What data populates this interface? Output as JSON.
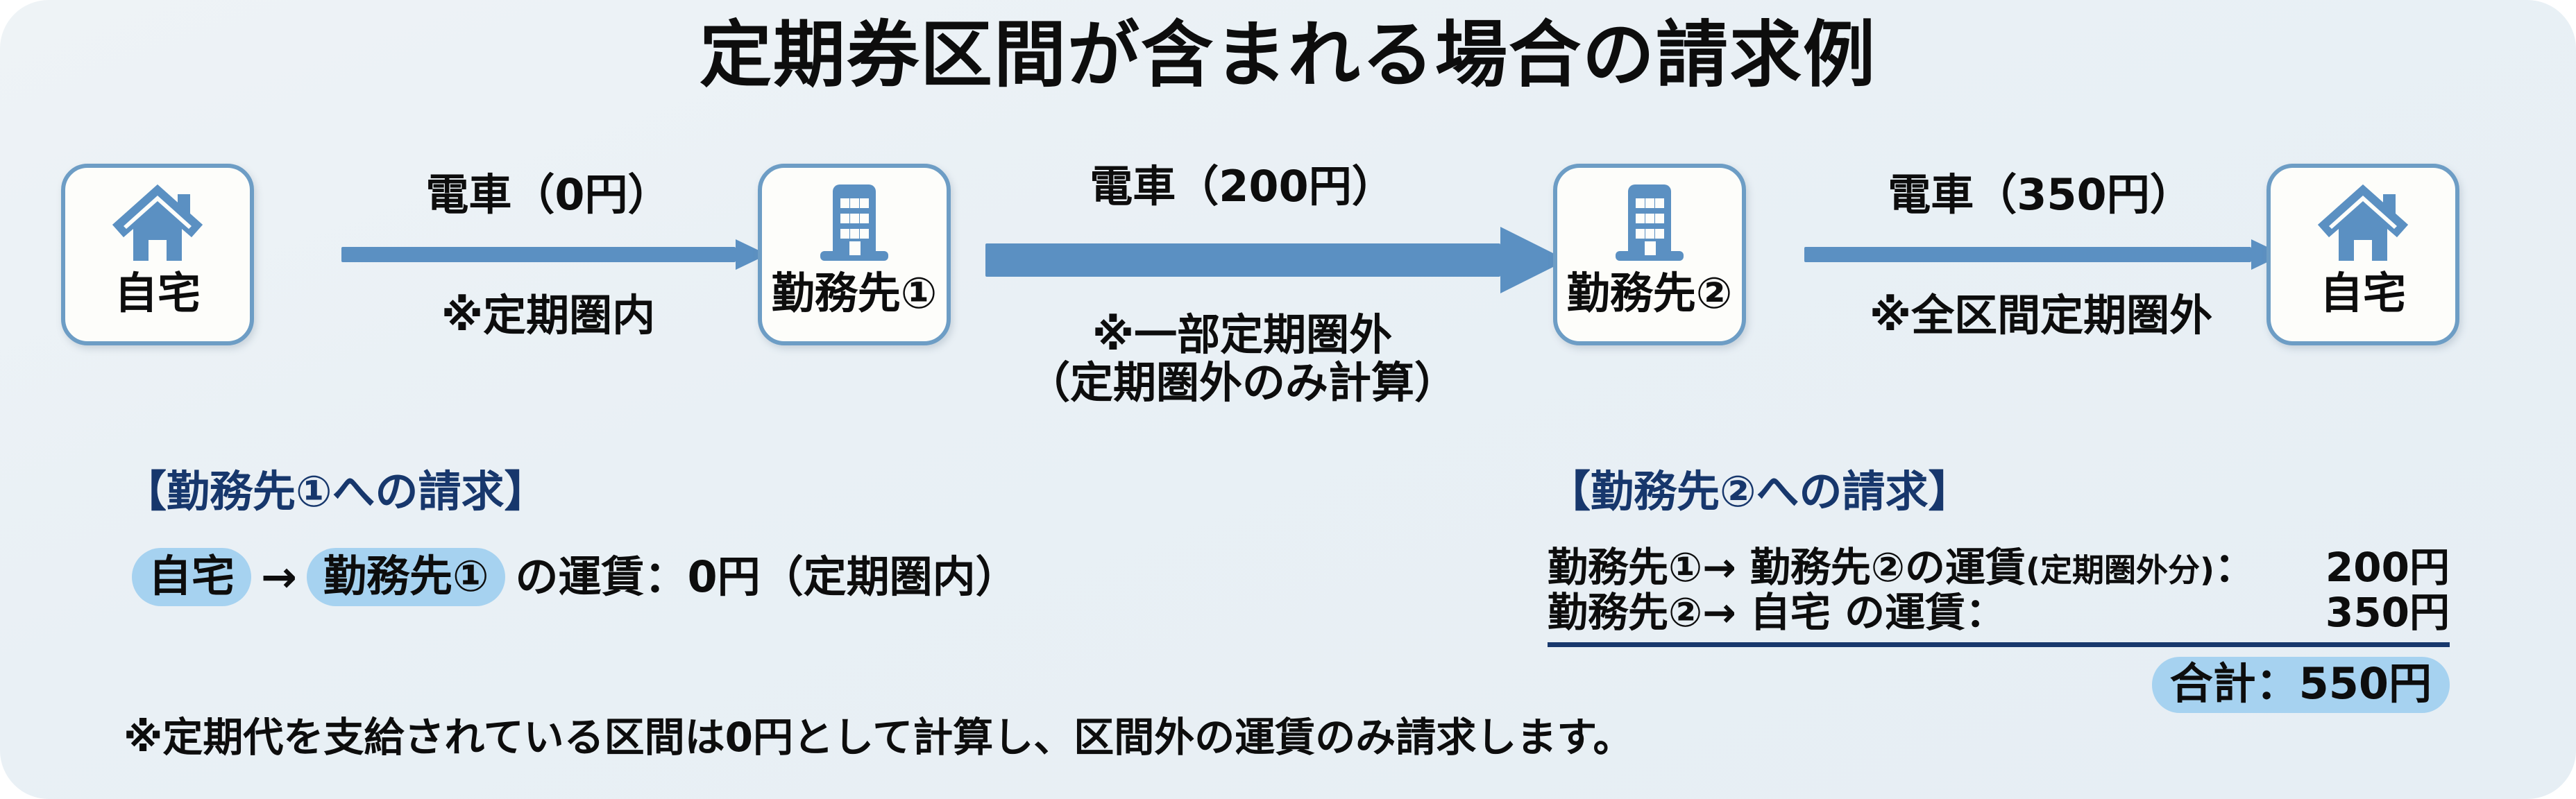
{
  "title": "定期券区間が含まれる場合の請求例",
  "colors": {
    "accent_blue": "#5b90c2",
    "card_border": "#6d9dc5",
    "heading_navy": "#17376c",
    "highlight_pill": "#a6d2f0",
    "background": "#eef3f6"
  },
  "nodes": [
    {
      "id": "home-1",
      "icon": "house-icon",
      "label": "自宅"
    },
    {
      "id": "work-1",
      "icon": "office-building-icon",
      "label": "勤務先①"
    },
    {
      "id": "work-2",
      "icon": "office-building-icon",
      "label": "勤務先②"
    },
    {
      "id": "home-2",
      "icon": "house-icon",
      "label": "自宅"
    }
  ],
  "edges": [
    {
      "id": "edge-1",
      "top_label": "電車（0円）",
      "bottom_label_1": "※定期圏内",
      "bottom_label_2": "",
      "weight": "thin"
    },
    {
      "id": "edge-2",
      "top_label": "電車（200円）",
      "bottom_label_1": "※一部定期圏外",
      "bottom_label_2": "（定期圏外のみ計算）",
      "weight": "thick"
    },
    {
      "id": "edge-3",
      "top_label": "電車（350円）",
      "bottom_label_1": "※全区間定期圏外",
      "bottom_label_2": "",
      "weight": "thin"
    }
  ],
  "billing_left": {
    "heading": "【勤務先①への請求】",
    "from_pill": "自宅",
    "arrow_glyph": "→",
    "to_pill": "勤務先①",
    "rest": "の運賃：0円（定期圏内）"
  },
  "billing_right": {
    "heading": "【勤務先②への請求】",
    "rows": [
      {
        "desc": "勤務先①→ 勤務先②の運賃",
        "note": "(定期圏外分)",
        "colon": "：",
        "amount": "200円"
      },
      {
        "desc": "勤務先②→ 自宅 の運賃",
        "note": "",
        "colon": "：",
        "amount": "350円"
      }
    ],
    "total_label": "合計：550円"
  },
  "footnote": "※定期代を支給されている区間は0円として計算し、区間外の運賃のみ請求します。"
}
